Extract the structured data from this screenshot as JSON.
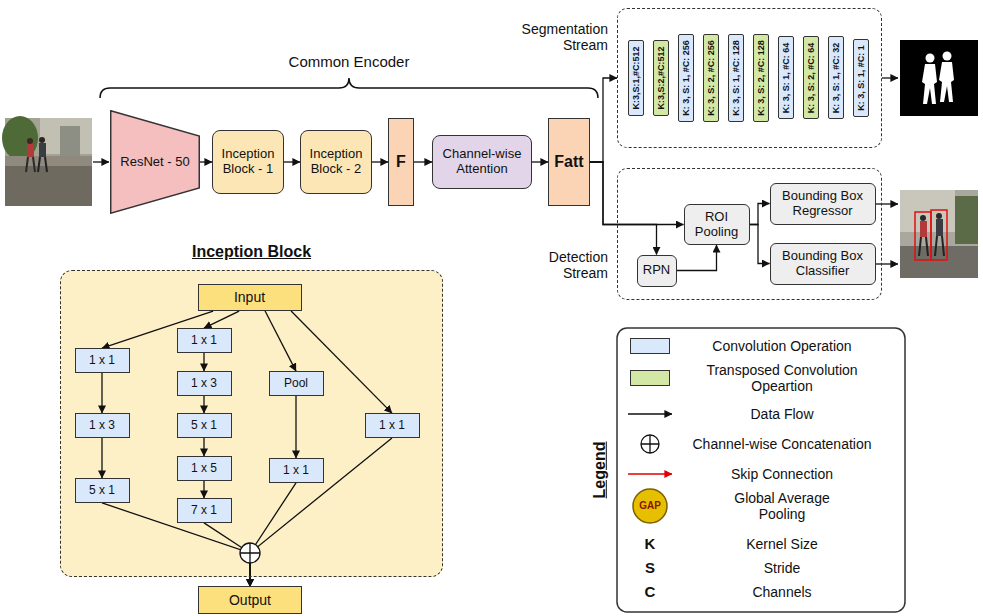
{
  "diagram": {
    "nodes": [
      {
        "text": [
          "ResNet - 50"
        ]
      },
      {
        "text": [
          "Inception Block - 1"
        ]
      },
      {
        "text": [
          "Inception Block - 2"
        ]
      },
      {
        "text": [
          "F"
        ]
      },
      {
        "text": [
          "Channel-wise Attention"
        ]
      },
      {
        "text": [
          "Fatt"
        ]
      },
      {
        "text": [
          "Segmentation Stream"
        ]
      },
      {
        "text": [
          "K:3,S:1,#C:512"
        ],
        "in": 6
      },
      {
        "text": [
          "K:3,S:2,#C:512"
        ],
        "in": 6
      },
      {
        "text": [
          "K: 3, S: 1, #C: 256"
        ],
        "in": 6
      },
      {
        "text": [
          "K: 3, S: 2, #C: 256"
        ],
        "in": 6
      },
      {
        "text": [
          "K: 3, S: 1, #C: 128"
        ],
        "in": 6
      },
      {
        "text": [
          "K: 3, S: 2, #C: 128"
        ],
        "in": 6
      },
      {
        "text": [
          "K: 3, S: 1, #C: 64"
        ],
        "in": 6
      },
      {
        "text": [
          "K: 3, S: 2, #C: 64"
        ],
        "in": 6
      },
      {
        "text": [
          "K: 3, S: 1, #C: 32"
        ],
        "in": 6
      },
      {
        "text": [
          "K: 3, S: 1, #C: 1"
        ],
        "in": 6
      },
      {
        "text": [
          "Detection Stream"
        ]
      },
      {
        "text": [
          "RPN"
        ],
        "in": 17
      },
      {
        "text": [
          "ROI Pooling"
        ],
        "in": 17
      },
      {
        "text": [
          "Bounding Box Regressor"
        ],
        "in": 17
      },
      {
        "text": [
          "Bounding Box Classifier"
        ],
        "in": 17
      },
      {
        "text": [
          "Inception Block"
        ]
      },
      {
        "text": [
          "Input"
        ],
        "in": 22
      },
      {
        "text": [
          "1 x 1"
        ],
        "in": 22
      },
      {
        "text": [
          "1 x 3"
        ],
        "in": 22
      },
      {
        "text": [
          "5 x 1"
        ],
        "in": 22
      },
      {
        "text": [
          "1 x 1"
        ],
        "in": 22
      },
      {
        "text": [
          "1 x 3"
        ],
        "in": 22
      },
      {
        "text": [
          "5 x 1"
        ],
        "in": 22
      },
      {
        "text": [
          "1 x 5"
        ],
        "in": 22
      },
      {
        "text": [
          "7 x 1"
        ],
        "in": 22
      },
      {
        "text": [
          "Pool"
        ],
        "in": 22
      },
      {
        "text": [
          "1 x 1"
        ],
        "in": 22
      },
      {
        "text": [
          "1 x 1"
        ],
        "in": 22
      },
      {
        "text": [
          "Output"
        ]
      }
    ],
    "edges": [
      {
        "from": 0,
        "to": 1,
        "arrow": "to"
      },
      {
        "from": 1,
        "to": 2,
        "arrow": "to"
      },
      {
        "from": 2,
        "to": 3,
        "arrow": "to"
      },
      {
        "from": 3,
        "to": 4,
        "arrow": "to"
      },
      {
        "from": 4,
        "to": 5,
        "arrow": "to"
      },
      {
        "from": 5,
        "to": 6,
        "arrow": "to"
      },
      {
        "from": 5,
        "to": 19,
        "arrow": "to"
      },
      {
        "from": 5,
        "to": 18,
        "arrow": "to"
      },
      {
        "from": 18,
        "to": 19,
        "arrow": "to"
      },
      {
        "from": 19,
        "to": 20,
        "arrow": "to"
      },
      {
        "from": 19,
        "to": 21,
        "arrow": "to"
      },
      {
        "from": 23,
        "to": 24,
        "arrow": "to"
      },
      {
        "from": 23,
        "to": 27,
        "arrow": "to"
      },
      {
        "from": 23,
        "to": 32,
        "arrow": "to"
      },
      {
        "from": 23,
        "to": 34,
        "arrow": "to"
      },
      {
        "from": 24,
        "to": 25,
        "arrow": "to"
      },
      {
        "from": 25,
        "to": 26,
        "arrow": "to"
      },
      {
        "from": 27,
        "to": 28,
        "arrow": "to"
      },
      {
        "from": 28,
        "to": 29,
        "arrow": "to"
      },
      {
        "from": 29,
        "to": 30,
        "arrow": "to"
      },
      {
        "from": 30,
        "to": 31,
        "arrow": "to"
      },
      {
        "from": 32,
        "to": 33,
        "arrow": "to"
      },
      {
        "from": 26,
        "to": 35,
        "arrow": "to"
      },
      {
        "from": 31,
        "to": 35,
        "arrow": "to"
      },
      {
        "from": 33,
        "to": 35,
        "arrow": "to"
      },
      {
        "from": 34,
        "to": 35,
        "arrow": "to"
      }
    ],
    "labels": [
      "Common Encoder",
      "Legend",
      "GAP",
      "K",
      "S",
      "C"
    ],
    "legend": [
      {
        "text": "Convolution Operation",
        "color": "#dae8fc"
      },
      {
        "text": "Transposed Convolution Opeartion",
        "color": "#d3e8a4"
      },
      {
        "text": "Data Flow"
      },
      {
        "text": "Channel-wise Concatenation"
      },
      {
        "text": "Skip Connection"
      },
      {
        "text": "Global Average Pooling"
      },
      {
        "text": "Kernel Size"
      },
      {
        "text": "Stride"
      },
      {
        "text": "Channels"
      }
    ]
  }
}
